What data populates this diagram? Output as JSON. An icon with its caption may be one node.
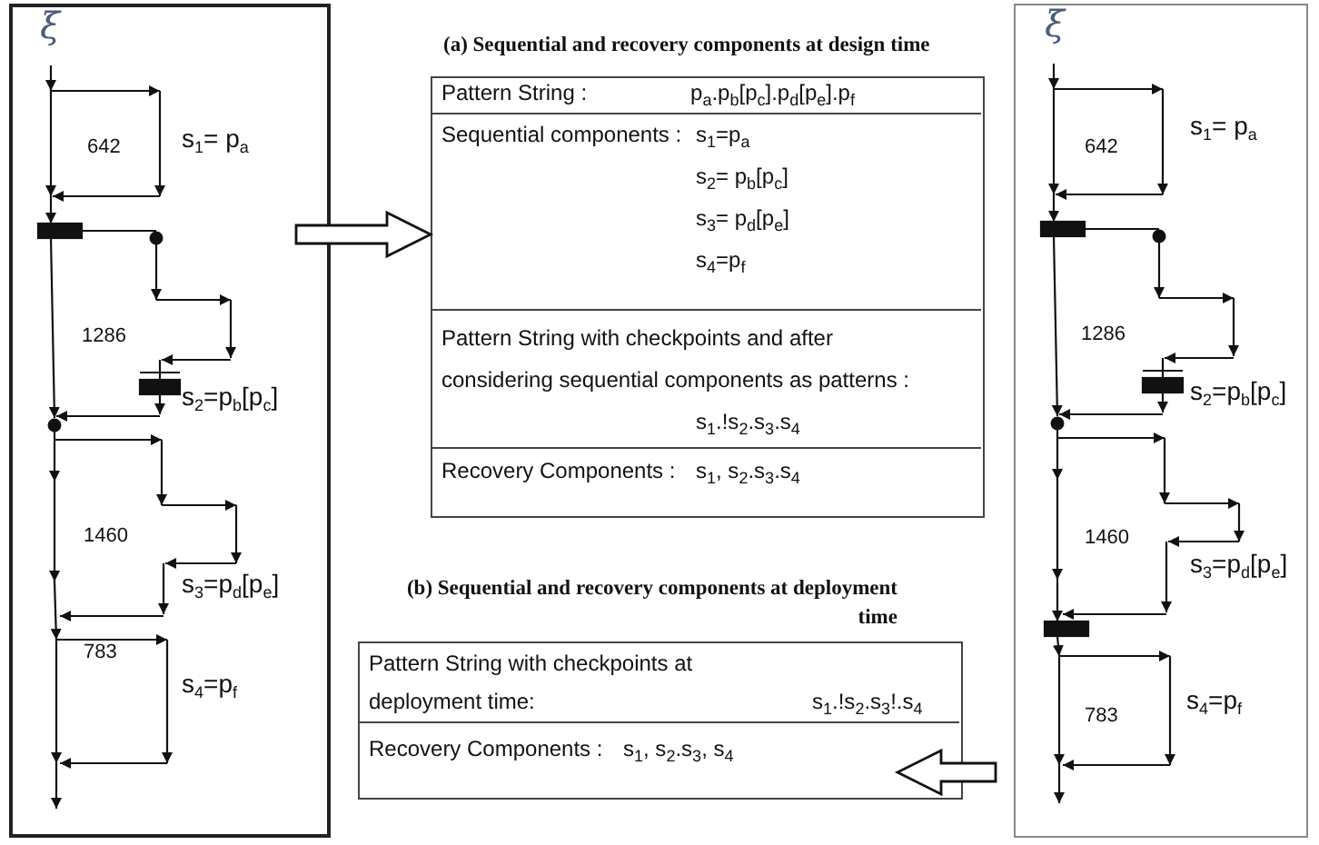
{
  "diagram": {
    "nodes": [
      {
        "text": [
          "ξ",
          "642",
          "s$_{1}$= p$_{a}$",
          "1286",
          "s$_{2}$=p$_{b}$[p$_{c}$]",
          "1460",
          "s$_{3}$=p$_{d}$[p$_{e}$]",
          "783",
          "s$_{4}$=p$_{f}$"
        ]
      },
      {
        "text": [
          "(a) Sequential and recovery components at design time"
        ]
      },
      {
        "text": [
          "Pattern String :",
          "p$_{a}$.p$_{b}$[p$_{c}$].p$_{d}$[p$_{e}$].p$_{f}$"
        ],
        "in": 1
      },
      {
        "text": [
          "Sequential components :",
          "s$_{1}$=p$_{a}$",
          "s$_{2}$= p$_{b}$[p$_{c}$]",
          "s$_{3}$= p$_{d}$[p$_{e}$]",
          "s$_{4}$=p$_{f}$"
        ],
        "in": 1
      },
      {
        "text": [
          "Pattern String with checkpoints and after considering sequential components as patterns :",
          "s$_{1}$.!s$_{2}$.s$_{3}$.s$_{4}$"
        ],
        "in": 1
      },
      {
        "text": [
          "Recovery Components :",
          "s$_{1}$, s$_{2}$.s$_{3}$.s$_{4}$"
        ],
        "in": 1
      },
      {
        "text": [
          "(b) Sequential and recovery components at deployment time"
        ]
      },
      {
        "text": [
          "Pattern String with checkpoints at deployment time:",
          "s$_{1}$.!s$_{2}$.s$_{3}$!.s$_{4}$"
        ],
        "in": 6
      },
      {
        "text": [
          "Recovery Components :",
          "s$_{1}$, s$_{2}$.s$_{3}$, s$_{4}$"
        ],
        "in": 6
      },
      {
        "text": [
          "ξ",
          "642",
          "s$_{1}$= p$_{a}$",
          "1286",
          "s$_{2}$=p$_{b}$[p$_{c}$]",
          "1460",
          "s$_{3}$=p$_{d}$[p$_{e}$]",
          "783",
          "s$_{4}$=p$_{f}$"
        ]
      }
    ],
    "edges": [
      {
        "from": 0,
        "to": 3,
        "arrow": "to"
      },
      {
        "from": 9,
        "to": 8,
        "arrow": "to"
      }
    ]
  }
}
